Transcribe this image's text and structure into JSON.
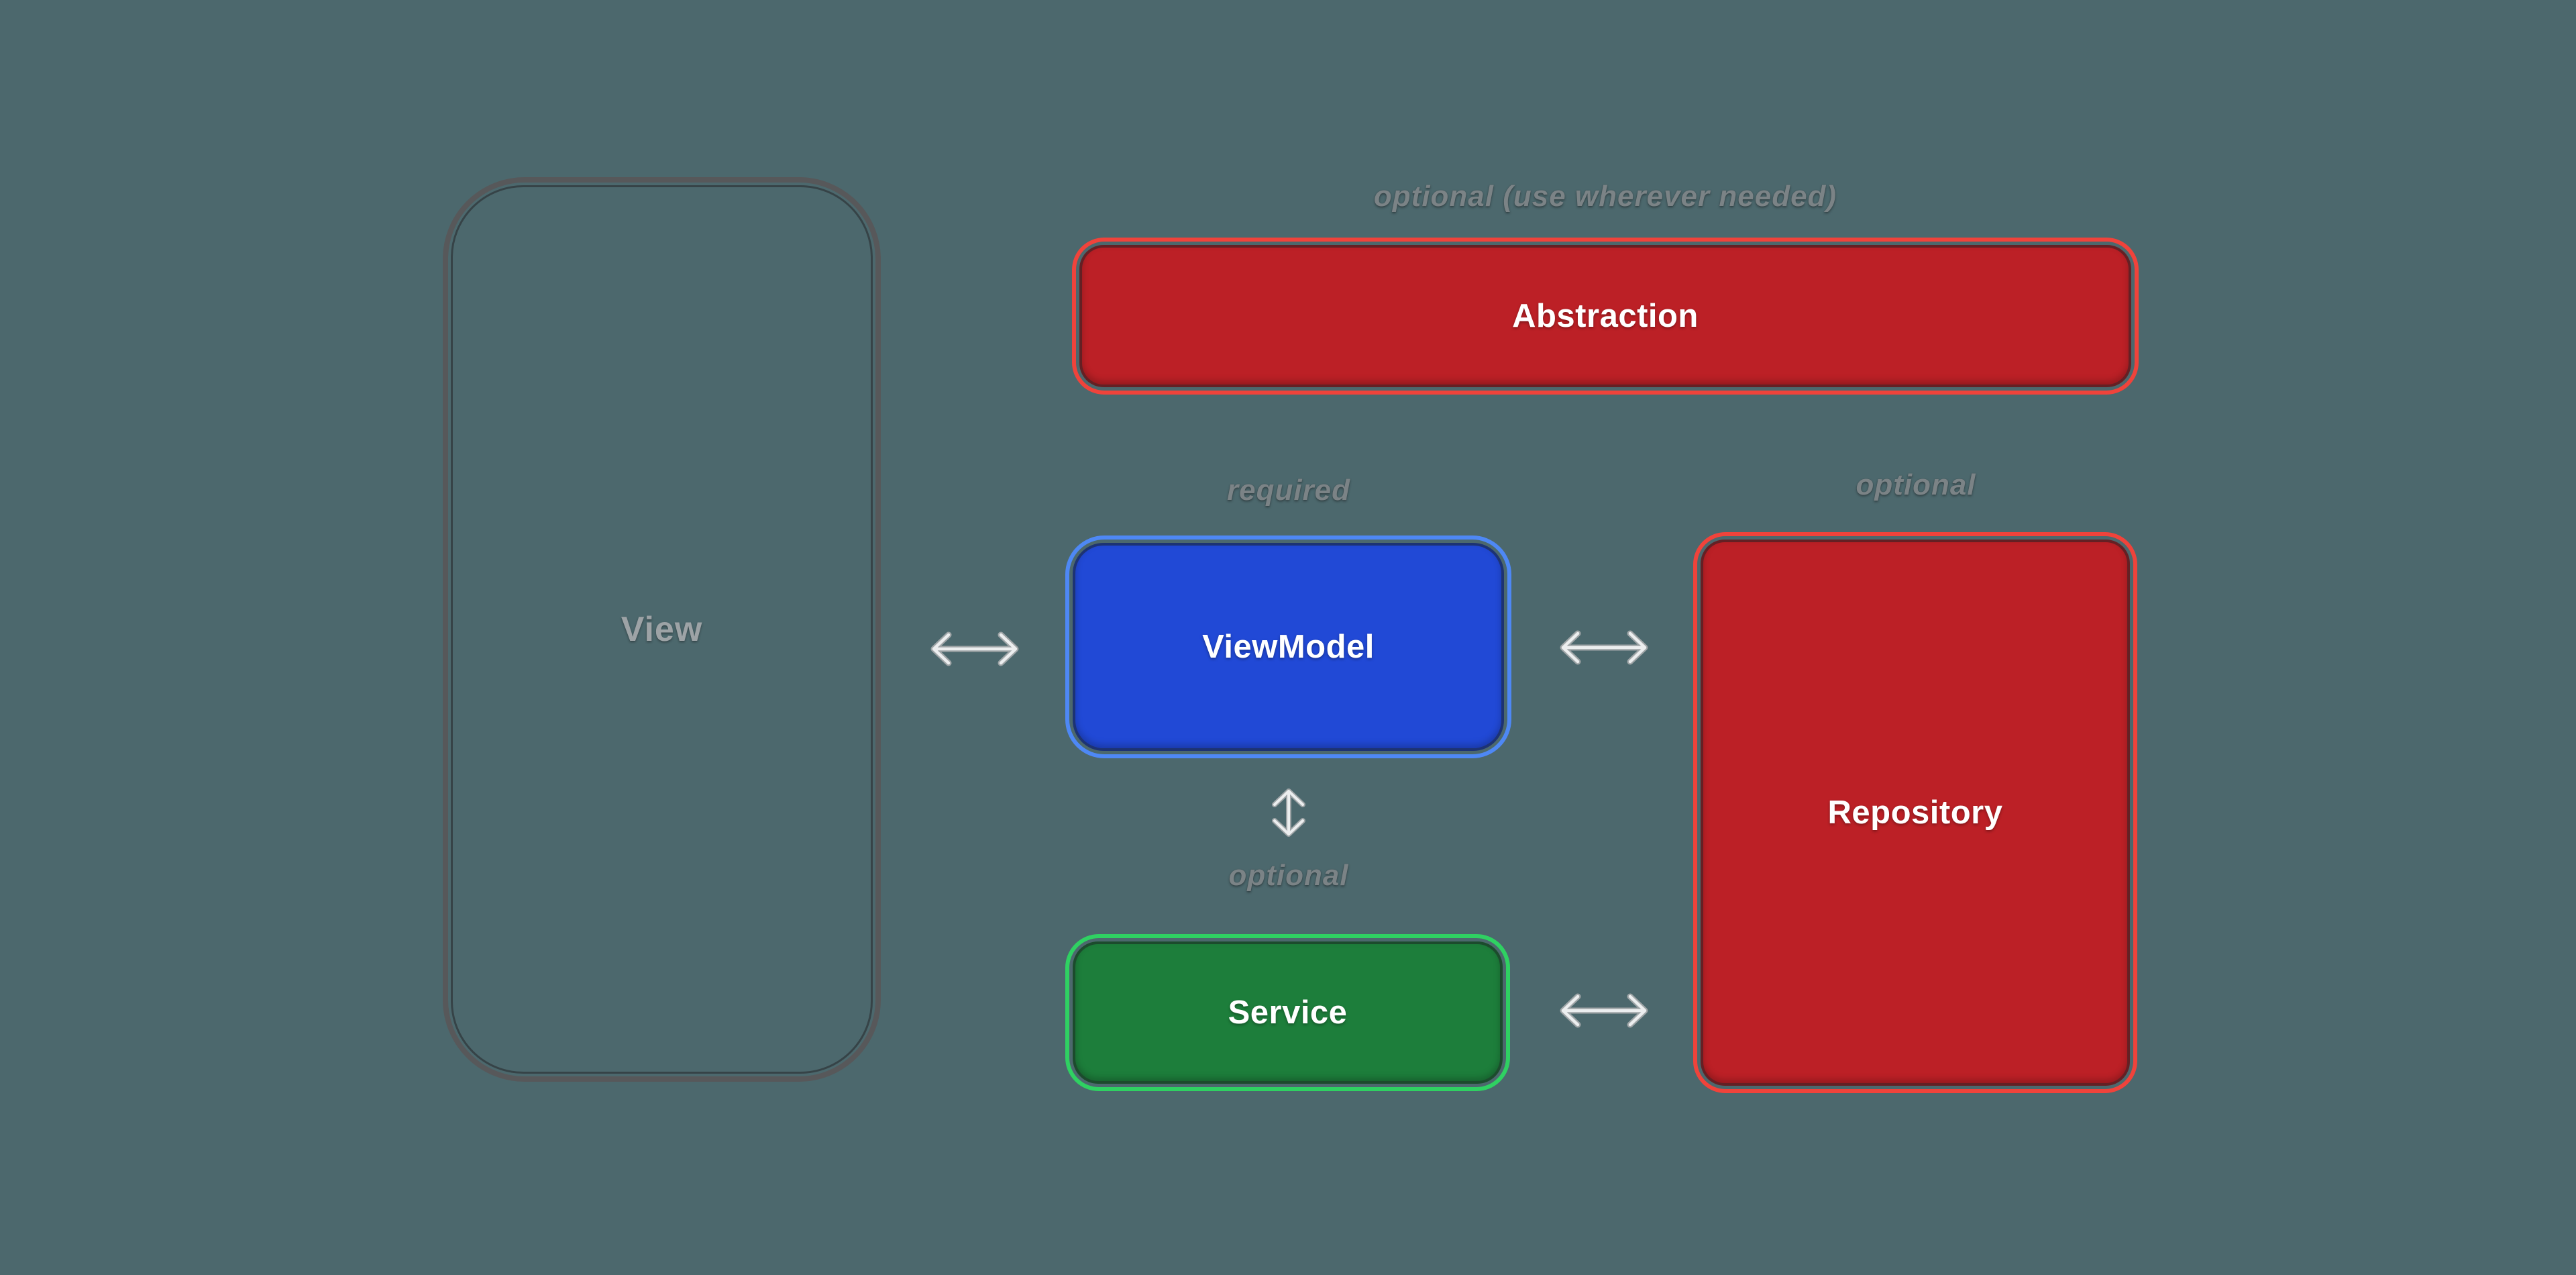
{
  "background_color": "#4c686d",
  "nodes": {
    "view": {
      "label": "View",
      "outline_color": "#57585a",
      "label_color": "#9da3a6"
    },
    "abstraction": {
      "label": "Abstraction",
      "caption": "optional (use wherever needed)",
      "fill_color": "#bc2026",
      "ring_color": "#f0433b"
    },
    "viewmodel": {
      "label": "ViewModel",
      "caption": "required",
      "fill_color": "#2149d6",
      "ring_color": "#4e88f5"
    },
    "repository": {
      "label": "Repository",
      "caption": "optional",
      "fill_color": "#bc2026",
      "ring_color": "#f0413a"
    },
    "service": {
      "label": "Service",
      "caption": "optional",
      "fill_color": "#1d7e3b",
      "ring_color": "#2fd162"
    }
  },
  "connections": [
    {
      "from": "view",
      "to": "viewmodel",
      "style": "double-headed-horizontal"
    },
    {
      "from": "viewmodel",
      "to": "repository",
      "style": "double-headed-horizontal"
    },
    {
      "from": "viewmodel",
      "to": "service",
      "style": "double-headed-vertical"
    },
    {
      "from": "service",
      "to": "repository",
      "style": "double-headed-horizontal"
    }
  ],
  "icons": {
    "horizontal_double_arrow": "↔",
    "vertical_double_arrow": "↕"
  },
  "colors": {
    "caption_text": "#7b8386",
    "box_label_text": "#ffffff",
    "arrow_light": "#eceeef",
    "arrow_shade": "#9fa5a7"
  }
}
